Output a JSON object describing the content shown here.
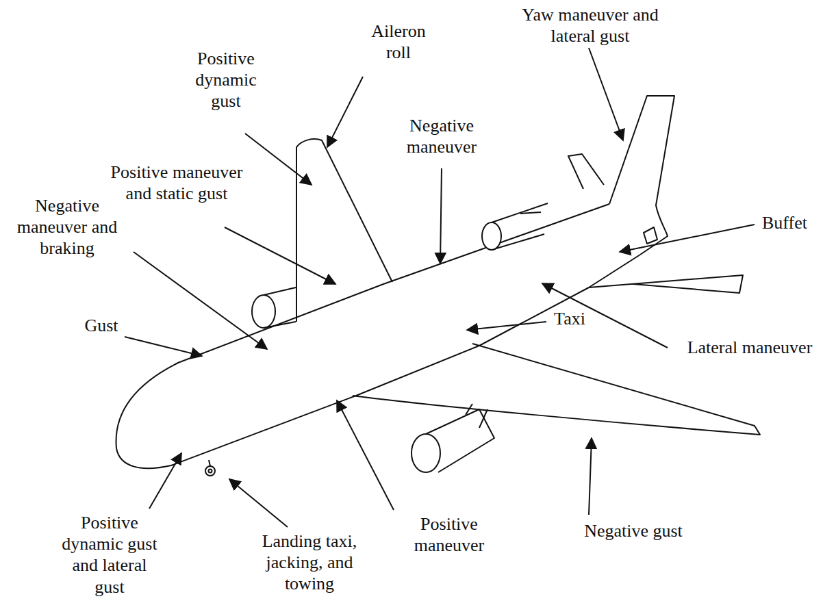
{
  "diagram": {
    "labels": [
      "Yaw maneuver and lateral gust",
      "Aileron roll",
      "Positive dynamic gust",
      "Negative maneuver",
      "Positive maneuver and static gust",
      "Negative maneuver and braking",
      "Buffet",
      "Taxi",
      "Gust",
      "Lateral maneuver",
      "Positive dynamic gust and lateral gust",
      "Landing taxi, jacking, and towing",
      "Positive maneuver",
      "Negative gust"
    ]
  }
}
